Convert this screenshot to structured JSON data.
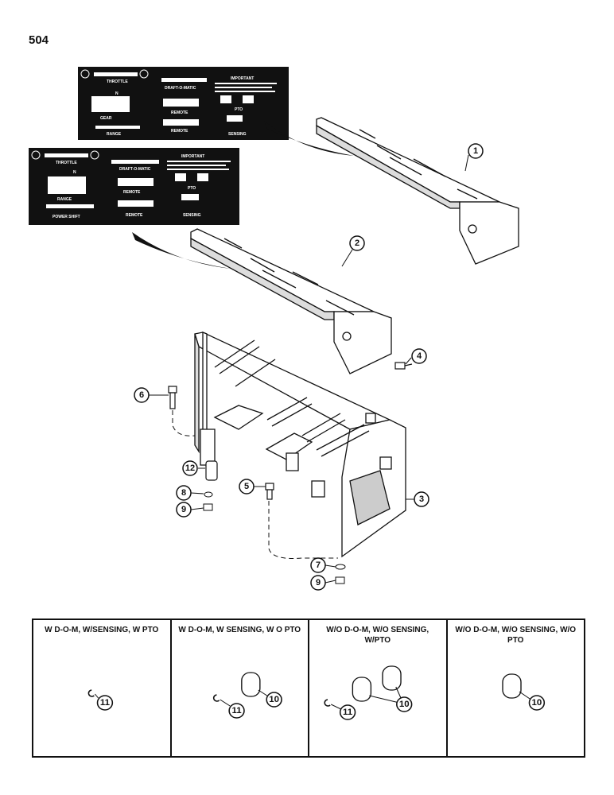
{
  "page_number": "504",
  "callouts": [
    "1",
    "2",
    "3",
    "4",
    "5",
    "6",
    "7",
    "8",
    "9",
    "9",
    "12"
  ],
  "decal_upper": {
    "throttle": "THROTTLE",
    "draft": "DRAFT-O-MATIC",
    "important": "IMPORTANT",
    "remote1": "REMOTE",
    "remote2": "REMOTE",
    "pto": "PTO",
    "sensing": "SENSING",
    "gear": "GEAR",
    "range": "RANGE",
    "n": "N"
  },
  "decal_lower": {
    "throttle": "THROTTLE",
    "draft": "DRAFT-O-MATIC",
    "important": "IMPORTANT",
    "remote1": "REMOTE",
    "remote2": "REMOTE",
    "pto": "PTO",
    "sensing": "SENSING",
    "range": "RANGE",
    "power_shift": "POWER SHIFT",
    "n": "N"
  },
  "variants": [
    {
      "title": "W D-O-M, W/SENSING, W PTO",
      "callouts": [
        "11"
      ]
    },
    {
      "title": "W D-O-M, W SENSING, W O PTO",
      "callouts": [
        "11",
        "10"
      ]
    },
    {
      "title": "W/O D-O-M, W/O SENSING, W/PTO",
      "callouts": [
        "11",
        "10"
      ]
    },
    {
      "title": "W/O D-O-M, W/O SENSING, W/O PTO",
      "callouts": [
        "10"
      ]
    }
  ]
}
